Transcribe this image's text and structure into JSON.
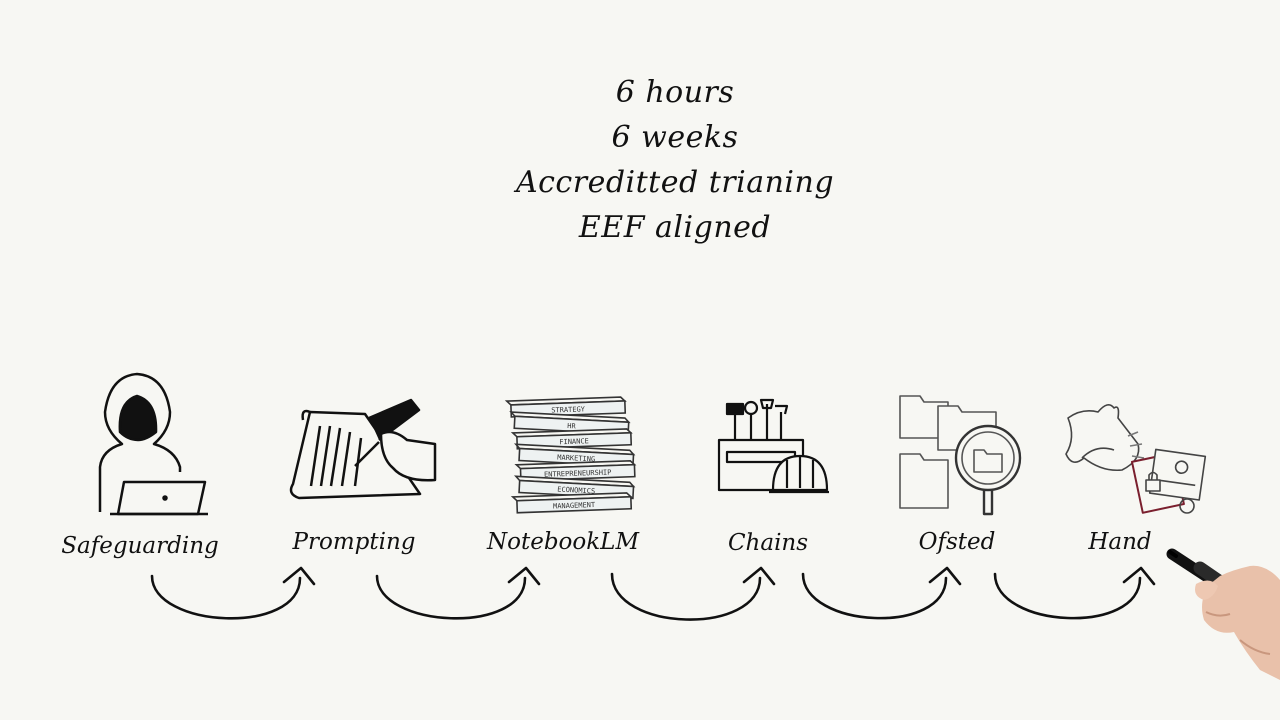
{
  "headline": {
    "line1": "6 hours",
    "line2": "6 weeks",
    "line3": "Accreditted trianing",
    "line4": "EEF aligned"
  },
  "steps": [
    {
      "label": "Safeguarding",
      "icon": "hooded-hacker-laptop-icon"
    },
    {
      "label": "Prompting",
      "icon": "hand-writing-scroll-icon"
    },
    {
      "label": "NotebookLM",
      "icon": "stack-of-books-icon"
    },
    {
      "label": "Chains",
      "icon": "toolbox-hardhat-icon"
    },
    {
      "label": "Ofsted",
      "icon": "folders-magnifier-icon"
    },
    {
      "label": "Hand",
      "icon": "hand-documents-icon"
    }
  ],
  "books": [
    "STRATEGY",
    "HR",
    "FINANCE",
    "MARKETING",
    "ENTREPRENEURSHIP",
    "ECONOMICS",
    "MANAGEMENT"
  ],
  "colors": {
    "background": "#f7f7f3",
    "ink": "#111111",
    "accent": "#7a1f2e"
  }
}
